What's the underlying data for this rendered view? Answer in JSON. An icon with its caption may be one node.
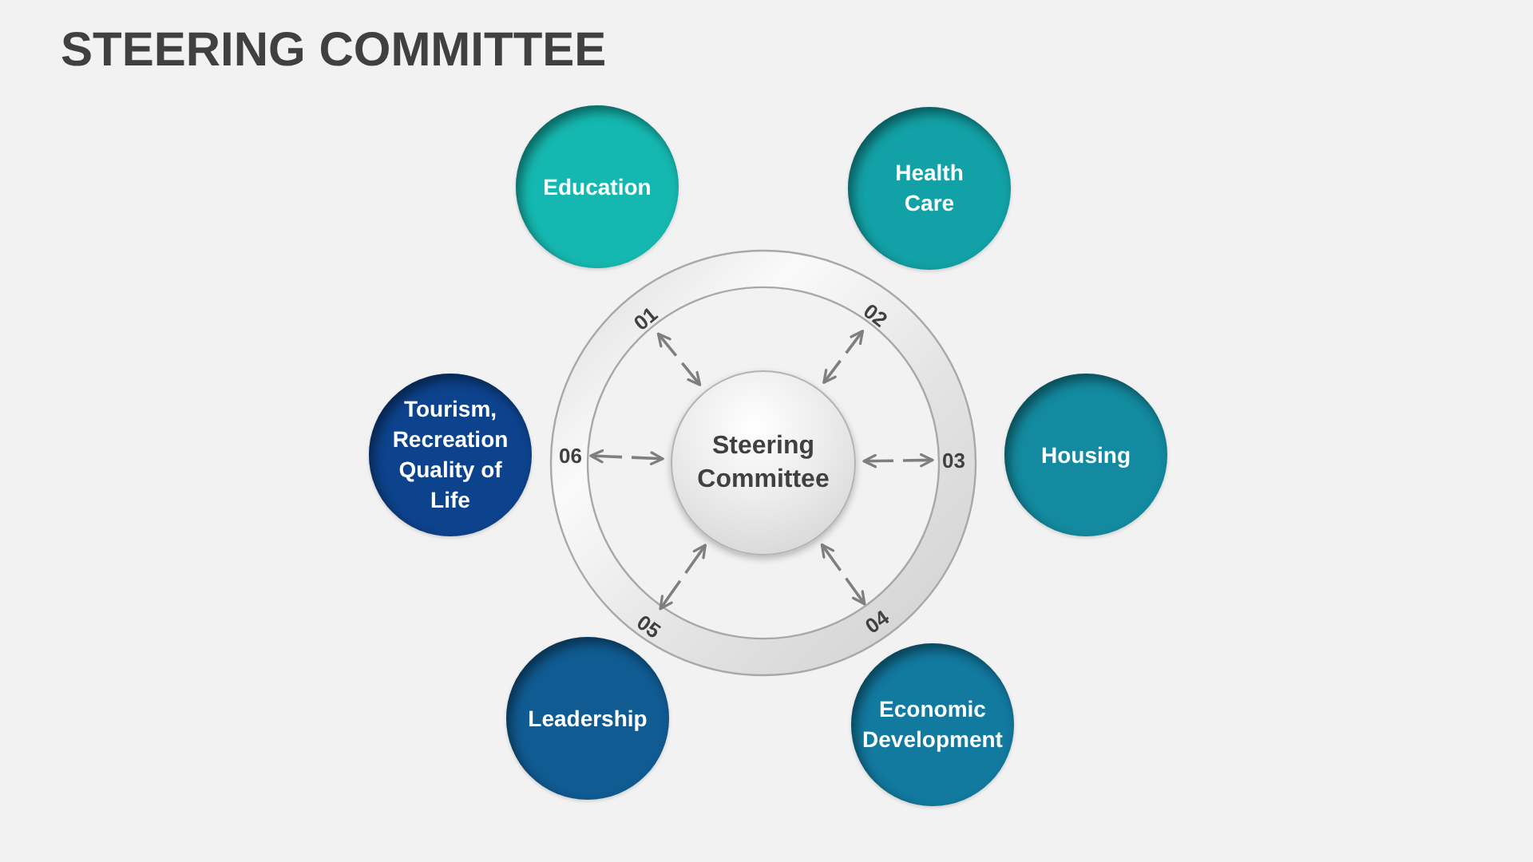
{
  "diagram": {
    "title": "STEERING COMMITTEE",
    "nodes": [
      {
        "text": [
          "Steering Committee"
        ]
      },
      {
        "text": [
          "01"
        ]
      },
      {
        "text": [
          "02"
        ]
      },
      {
        "text": [
          "03"
        ]
      },
      {
        "text": [
          "04"
        ]
      },
      {
        "text": [
          "05"
        ]
      },
      {
        "text": [
          "06"
        ]
      },
      {
        "text": [
          "Education"
        ]
      },
      {
        "text": [
          "Health Care"
        ]
      },
      {
        "text": [
          "Housing"
        ]
      },
      {
        "text": [
          "Economic Development"
        ]
      },
      {
        "text": [
          "Leadership"
        ]
      },
      {
        "text": [
          "Tourism, Recreation Quality of Life"
        ]
      }
    ],
    "edges": [
      {
        "from": 0,
        "to": 1,
        "arrow": "both",
        "style": "dashed"
      },
      {
        "from": 0,
        "to": 2,
        "arrow": "both",
        "style": "dashed"
      },
      {
        "from": 0,
        "to": 3,
        "arrow": "both",
        "style": "dashed"
      },
      {
        "from": 0,
        "to": 4,
        "arrow": "both",
        "style": "dashed"
      },
      {
        "from": 0,
        "to": 5,
        "arrow": "both",
        "style": "dashed"
      },
      {
        "from": 0,
        "to": 6,
        "arrow": "both",
        "style": "dashed"
      }
    ]
  }
}
